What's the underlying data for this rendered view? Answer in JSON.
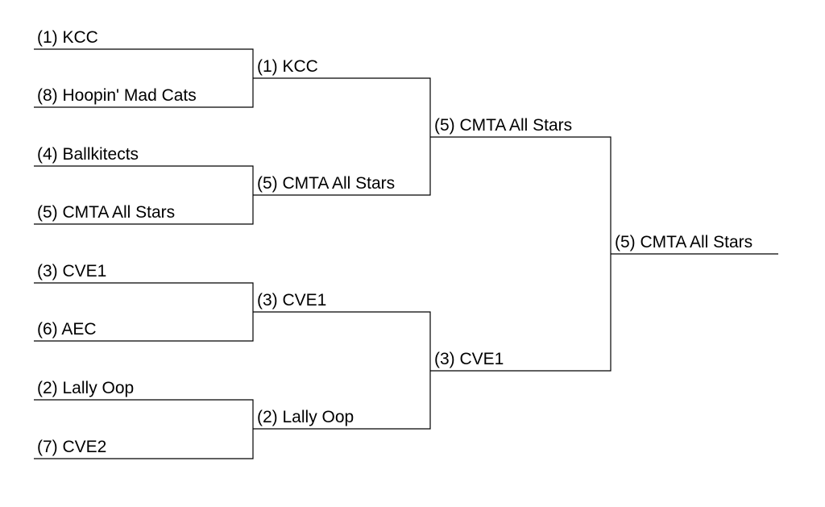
{
  "bracket": {
    "round1": [
      "(1) KCC",
      "(8) Hoopin' Mad Cats",
      "(4) Ballkitects",
      "(5) CMTA All Stars",
      "(3) CVE1",
      "(6) AEC",
      "(2) Lally Oop",
      "(7) CVE2"
    ],
    "round2": [
      "(1) KCC",
      "(5) CMTA All Stars",
      "(3) CVE1",
      "(2) Lally Oop"
    ],
    "round3": [
      "(5) CMTA All Stars",
      "(3) CVE1"
    ],
    "champion": "(5) CMTA All Stars"
  }
}
